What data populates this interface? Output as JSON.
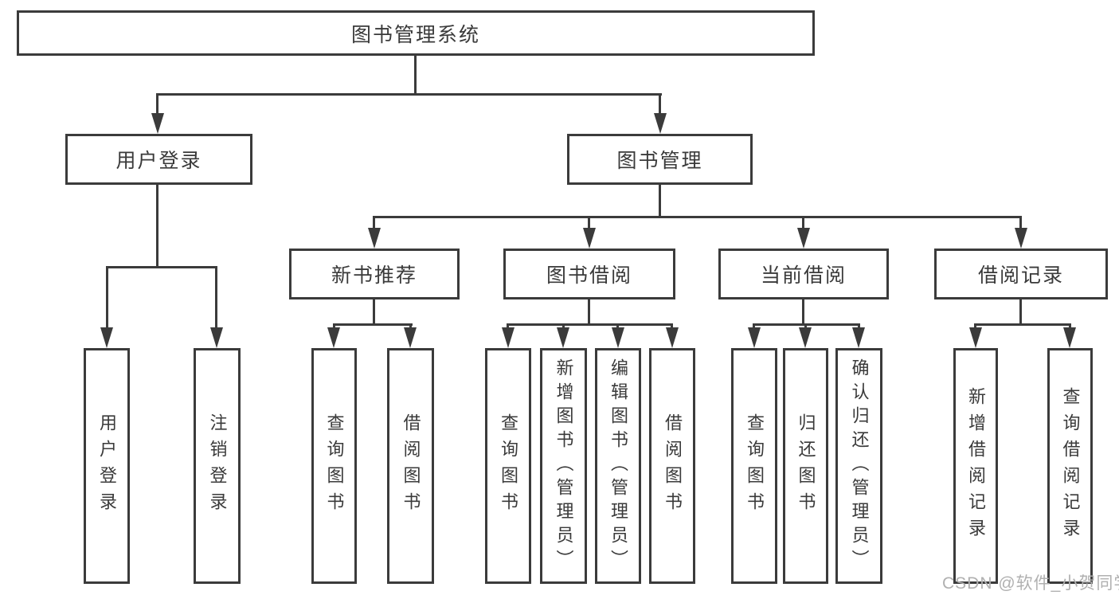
{
  "colors": {
    "line": "#3b3b3b",
    "text": "#3a3a3a",
    "box_fill": "#ffffff",
    "background": "#ffffff",
    "watermark": "#b0b0b0"
  },
  "tree": {
    "label": "图书管理系统",
    "children": [
      {
        "label": "用户登录",
        "children": [
          {
            "label": "用户登录"
          },
          {
            "label": "注销登录"
          }
        ]
      },
      {
        "label": "图书管理",
        "children": [
          {
            "label": "新书推荐",
            "children": [
              {
                "label": "查询图书"
              },
              {
                "label": "借阅图书"
              }
            ]
          },
          {
            "label": "图书借阅",
            "children": [
              {
                "label": "查询图书"
              },
              {
                "label": "新增图书（管理员）"
              },
              {
                "label": "编辑图书（管理员）"
              },
              {
                "label": "借阅图书"
              }
            ]
          },
          {
            "label": "当前借阅",
            "children": [
              {
                "label": "查询图书"
              },
              {
                "label": "归还图书"
              },
              {
                "label": "确认归还（管理员）"
              }
            ]
          },
          {
            "label": "借阅记录",
            "children": [
              {
                "label": "新增借阅记录"
              },
              {
                "label": "查询借阅记录"
              }
            ]
          }
        ]
      }
    ]
  },
  "watermark": {
    "text": "CSDN @软件_小贺同学"
  }
}
